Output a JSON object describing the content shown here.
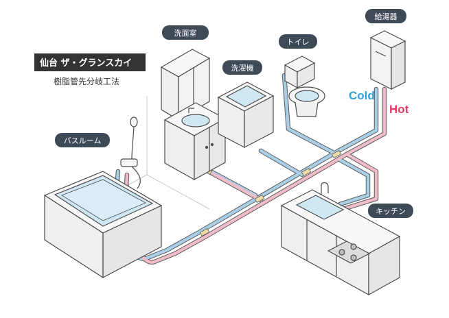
{
  "header": {
    "title": "仙台 ザ・グランスカイ",
    "subtitle": "樹脂管先分岐工法"
  },
  "labels": {
    "washroom": "洗面室",
    "washer": "洗濯機",
    "toilet": "トイレ",
    "water_heater": "給湯器",
    "bathroom": "バスルーム",
    "kitchen": "キッチン"
  },
  "pipes": {
    "cold_label": "Cold",
    "hot_label": "Hot"
  },
  "colors": {
    "cold": "#33a2d6",
    "hot": "#e03a66",
    "label_bg": "#3f4a57",
    "title_bg": "#333333",
    "fixture_stroke": "#4a4a4a",
    "fixture_fill": "#f7f7f7",
    "water": "#cfe6f3",
    "pipe_cold": "#bcd6e8",
    "pipe_hot": "#eec0c8",
    "joint": "#f1dca7"
  }
}
